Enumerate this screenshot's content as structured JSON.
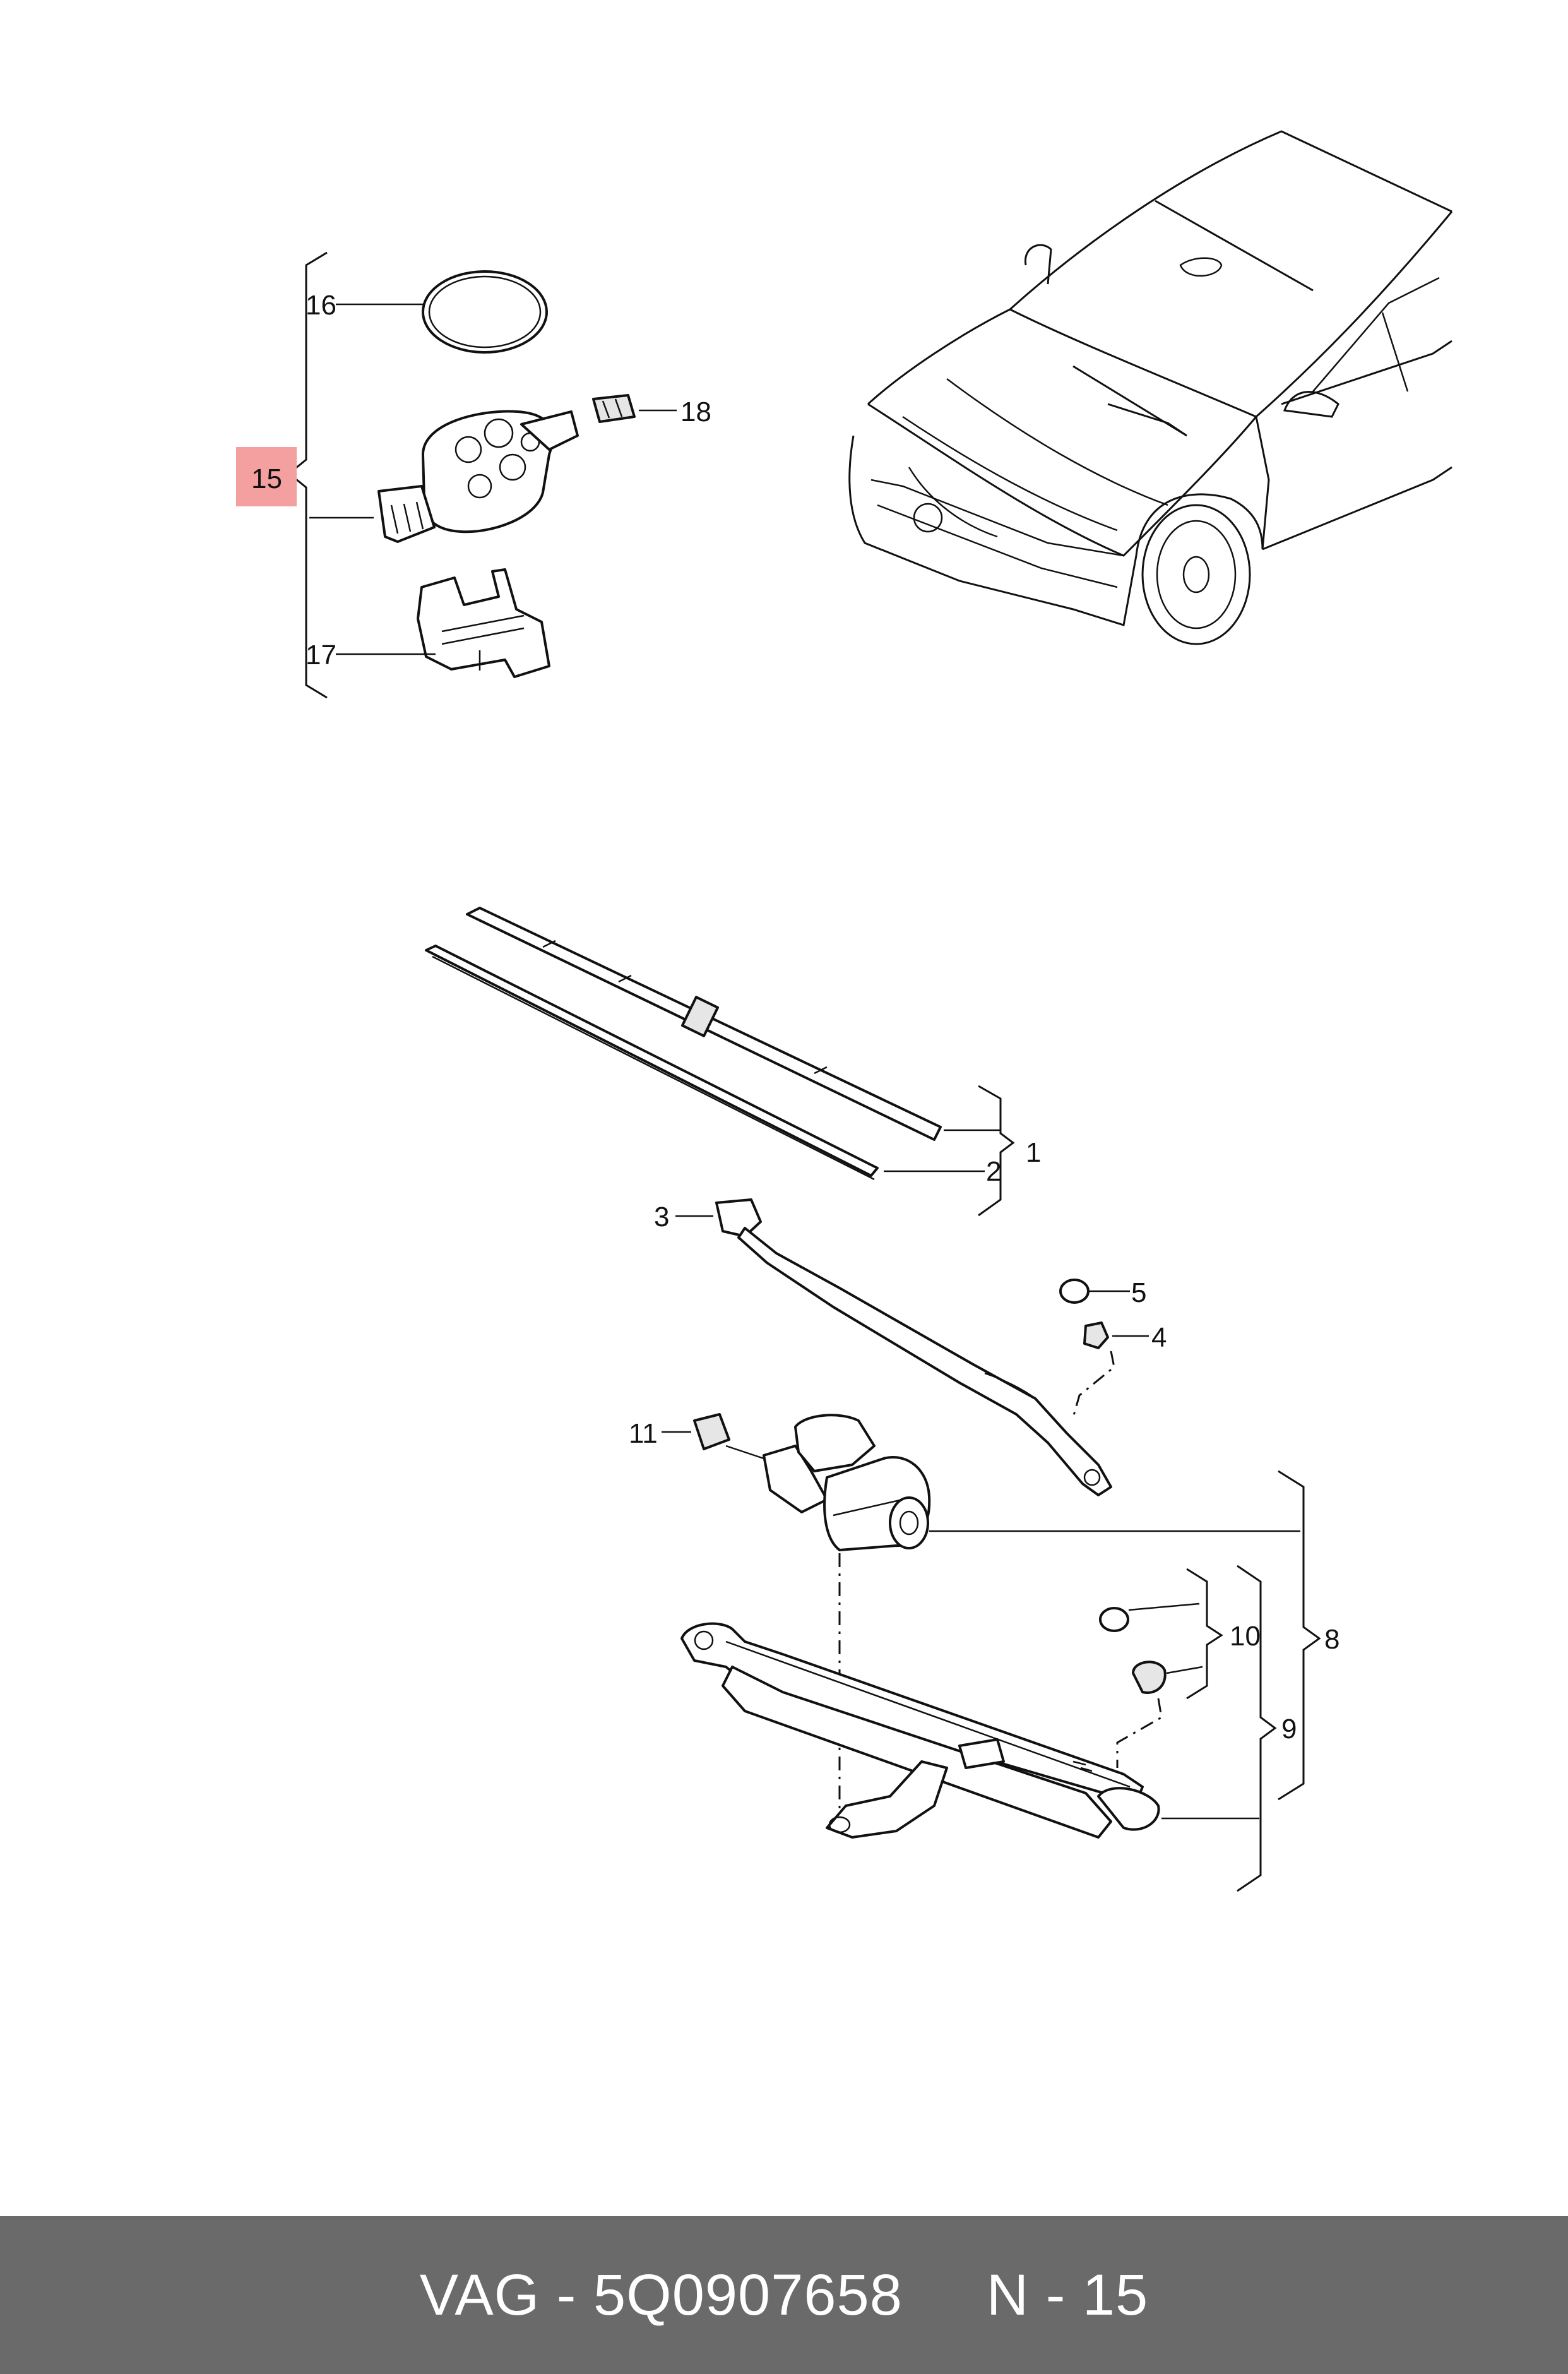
{
  "callouts": {
    "c1": "1",
    "c2": "2",
    "c3": "3",
    "c4": "4",
    "c5": "5",
    "c8": "8",
    "c9": "9",
    "c10": "10",
    "c11": "11",
    "c15": "15",
    "c16": "16",
    "c17": "17",
    "c18": "18"
  },
  "highlight_color": "#f4a0a0",
  "footer": {
    "text": "VAG - 5Q0907658     N - 15",
    "background": "#6a6a6a"
  }
}
